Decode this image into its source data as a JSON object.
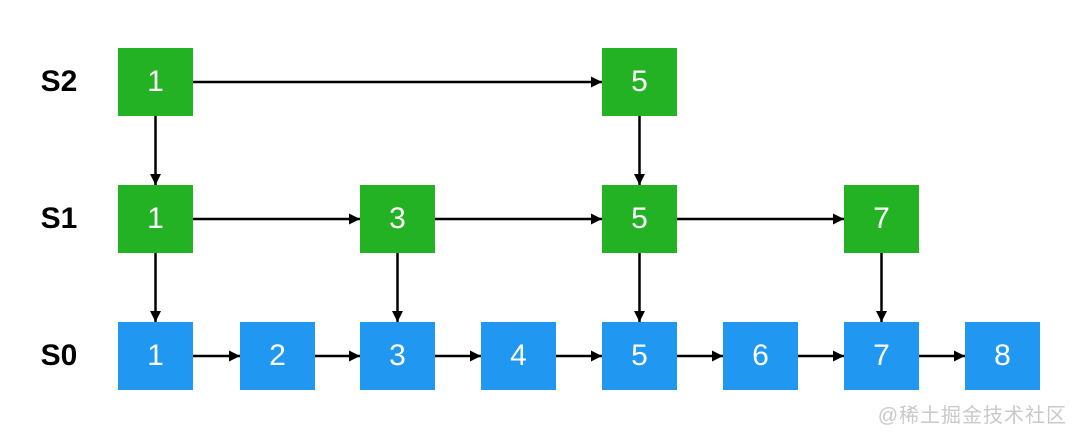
{
  "diagram": {
    "type": "skip-list",
    "arrow_color": "#000000",
    "node_text_color": "#ffffff",
    "label_color": "#000000",
    "levels": [
      {
        "id": "S2",
        "label": "S2",
        "color": "#23b223",
        "nodes": [
          {
            "value": "1",
            "col": 1
          },
          {
            "value": "5",
            "col": 5
          }
        ]
      },
      {
        "id": "S1",
        "label": "S1",
        "color": "#23b223",
        "nodes": [
          {
            "value": "1",
            "col": 1
          },
          {
            "value": "3",
            "col": 3
          },
          {
            "value": "5",
            "col": 5
          },
          {
            "value": "7",
            "col": 7
          }
        ]
      },
      {
        "id": "S0",
        "label": "S0",
        "color": "#2097f0",
        "nodes": [
          {
            "value": "1",
            "col": 1
          },
          {
            "value": "2",
            "col": 2
          },
          {
            "value": "3",
            "col": 3
          },
          {
            "value": "4",
            "col": 4
          },
          {
            "value": "5",
            "col": 5
          },
          {
            "value": "6",
            "col": 6
          },
          {
            "value": "7",
            "col": 7
          },
          {
            "value": "8",
            "col": 8
          }
        ]
      }
    ],
    "vertical_links": [
      {
        "from_level": "S2",
        "to_level": "S1",
        "col": 1
      },
      {
        "from_level": "S2",
        "to_level": "S1",
        "col": 5
      },
      {
        "from_level": "S1",
        "to_level": "S0",
        "col": 1
      },
      {
        "from_level": "S1",
        "to_level": "S0",
        "col": 3
      },
      {
        "from_level": "S1",
        "to_level": "S0",
        "col": 5
      },
      {
        "from_level": "S1",
        "to_level": "S0",
        "col": 7
      }
    ]
  },
  "watermark": "@稀土掘金技术社区"
}
